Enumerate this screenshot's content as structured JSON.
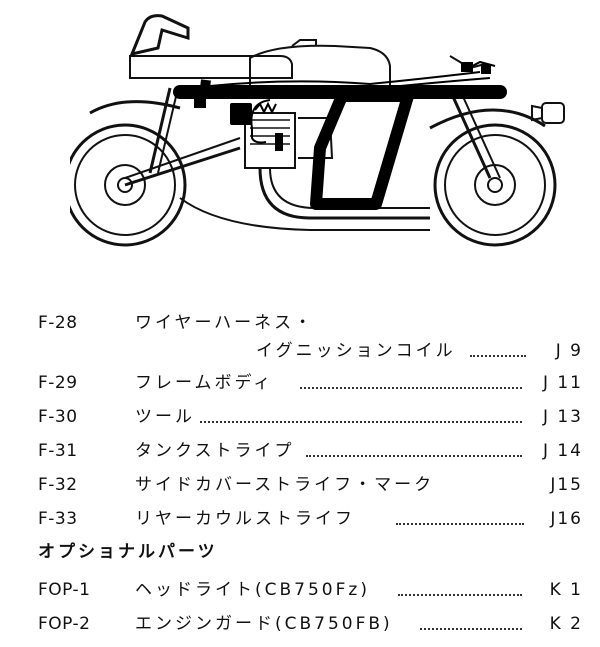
{
  "items": [
    {
      "code": "F-28",
      "name": "ワイヤーハーネス・",
      "name2": "イグニッションコイル",
      "page": "J  9"
    },
    {
      "code": "F-29",
      "name": "フレームボディ",
      "page": "J 11"
    },
    {
      "code": "F-30",
      "name": "ツール",
      "page": "J 13"
    },
    {
      "code": "F-31",
      "name": "タンクストライプ",
      "page": "J 14"
    },
    {
      "code": "F-32",
      "name": "サイドカバーストライフ・マーク",
      "page": "J15"
    },
    {
      "code": "F-33",
      "name": "リヤーカウルストライフ",
      "page": "J16"
    }
  ],
  "options_heading": "オプショナルパーツ",
  "options": [
    {
      "code": "FOP-1",
      "name": "ヘッドライト(CB750Fz)",
      "page": "K  1"
    },
    {
      "code": "FOP-2",
      "name": "エンジンガード(CB750FB)",
      "page": "K  2"
    }
  ],
  "colors": {
    "ink": "#111111",
    "highlight": "#000000",
    "paper": "#ffffff"
  }
}
